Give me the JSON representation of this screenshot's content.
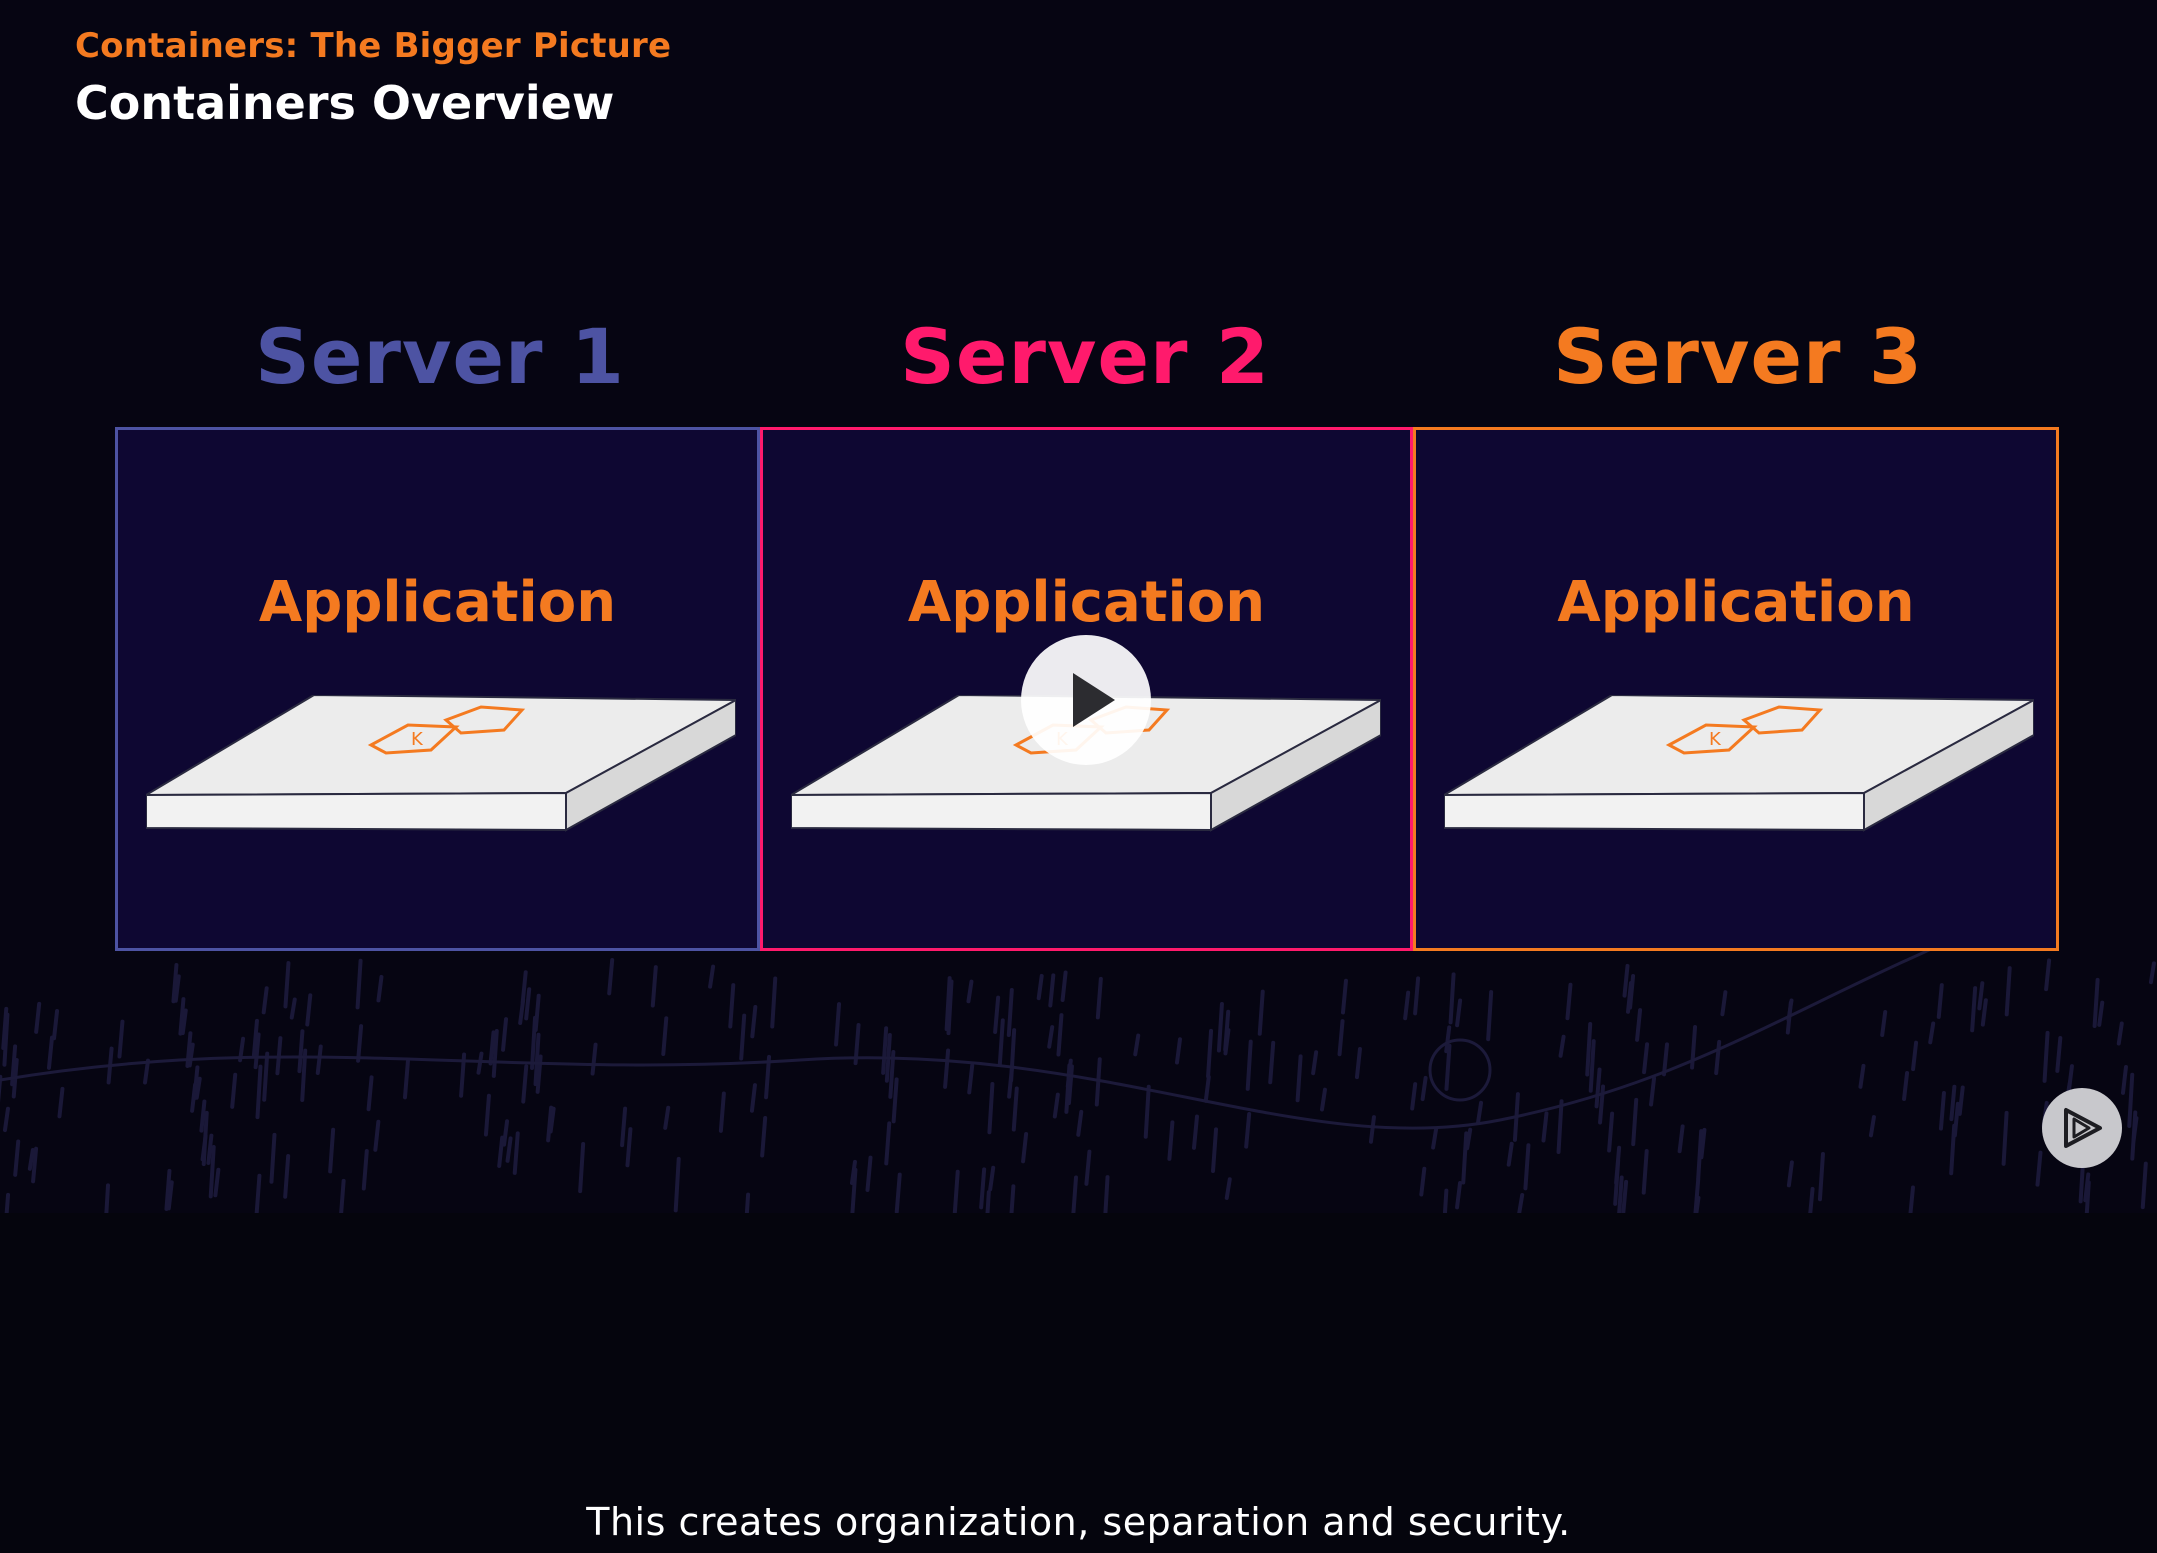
{
  "header": {
    "course_title": "Containers: The Bigger Picture",
    "module_title": "Containers Overview"
  },
  "servers": [
    {
      "label": "Server 1",
      "app_label": "Application",
      "color": "#4d53a3"
    },
    {
      "label": "Server 2",
      "app_label": "Application",
      "color": "#ff1a6c"
    },
    {
      "label": "Server 3",
      "app_label": "Application",
      "color": "#f47a20"
    }
  ],
  "controls": {
    "play_icon": "play-icon",
    "brand_icon": "pluralsight-logo-icon"
  },
  "caption": "This creates organization, separation and security.",
  "colors": {
    "accent_orange": "#f47a20",
    "background": "#060512",
    "box_fill": "#0e0732"
  }
}
